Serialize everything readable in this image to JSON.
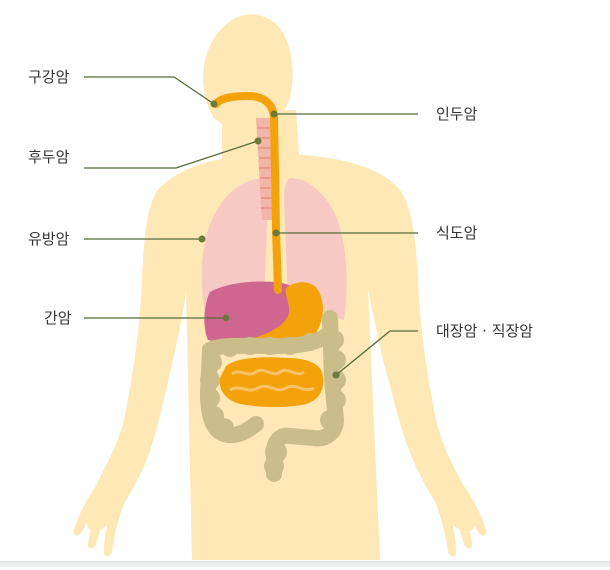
{
  "labels": {
    "oral": "구강암",
    "larynx": "후두암",
    "breast": "유방암",
    "liver": "간암",
    "pharynx": "인두암",
    "esophagus": "식도암",
    "colorectal": "대장암 · 직장암"
  },
  "colors": {
    "body": "#fde8b6",
    "lung": "#f6c9c3",
    "liver": "#cf6690",
    "esophagus": "#f4a20a",
    "stomach": "#f4a20a",
    "small_intestine": "#f4a20a",
    "colon": "#cbbd8a",
    "trachea": "#f2b6a8",
    "leader_line": "#556b3a",
    "dot": "#6b7a3a"
  }
}
